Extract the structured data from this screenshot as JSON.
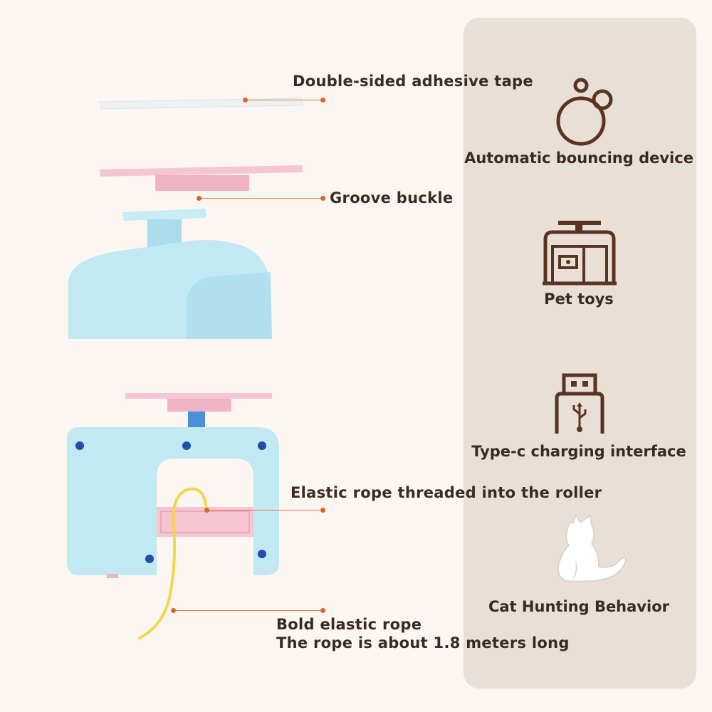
{
  "callouts": {
    "tape": "Double-sided adhesive tape",
    "groove": "Groove buckle",
    "elastic_roller": "Elastic rope threaded into the roller",
    "bold_rope": "Bold elastic rope",
    "rope_length": "The rope is about 1.8 meters long"
  },
  "features": {
    "bouncing": "Automatic bouncing device",
    "toys": "Pet toys",
    "typec": "Type-c charging interface",
    "hunting": "Cat Hunting Behavior"
  },
  "colors": {
    "panel": "#e8dfd6",
    "icon_stroke": "#5a3420",
    "accent": "#e07a3a",
    "device_blue": "#bfe7f2",
    "device_pink": "#f6c5d4"
  },
  "icons": [
    "bubbles-icon",
    "desk-toy-icon",
    "usb-plug-icon",
    "cat-silhouette-icon"
  ]
}
